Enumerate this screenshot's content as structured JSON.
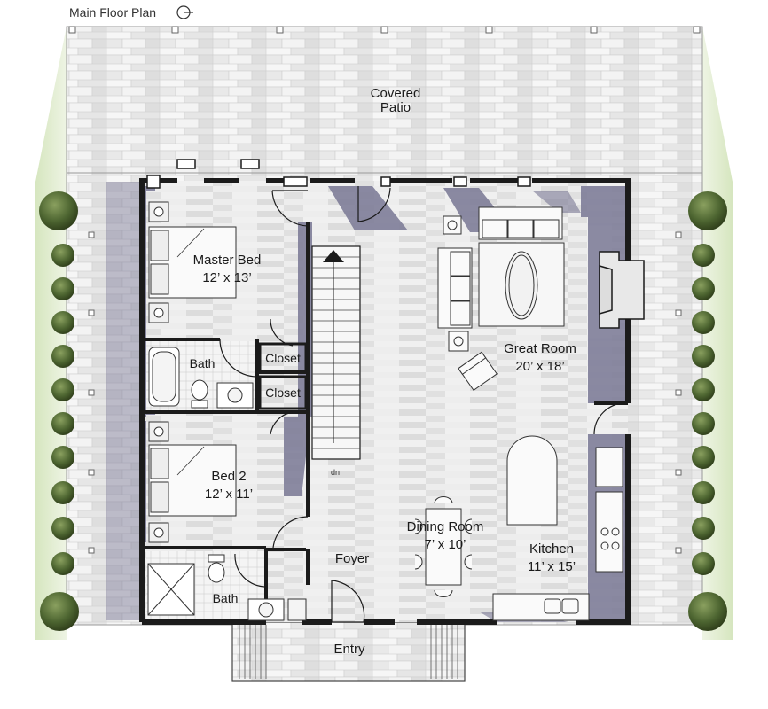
{
  "title": "Main Floor Plan",
  "rooms": {
    "patio": {
      "line1": "Covered",
      "line2": "Patio"
    },
    "master": {
      "name": "Master Bed",
      "size": "12’ x 13’"
    },
    "bath1": {
      "name": "Bath"
    },
    "closet1": {
      "name": "Closet"
    },
    "closet2": {
      "name": "Closet"
    },
    "bed2": {
      "name": "Bed 2",
      "size": "12’ x 11’"
    },
    "bath2": {
      "name": "Bath"
    },
    "great": {
      "name": "Great Room",
      "size": "20’ x 18’"
    },
    "dining": {
      "name": "Dining Room",
      "size": "7’ x 10’"
    },
    "kitchen": {
      "name": "Kitchen",
      "size": "11’ x 15’"
    },
    "foyer": {
      "name": "Foyer"
    },
    "entry": {
      "name": "Entry"
    }
  },
  "stairs": {
    "label": "dn"
  },
  "colors": {
    "wall": "#1b1b1b",
    "shadow": "#7d7c97",
    "stone": "#ececec",
    "floor": "#e4e4e4",
    "grass": "#cfe0b4",
    "shrub": "#3f5326"
  }
}
